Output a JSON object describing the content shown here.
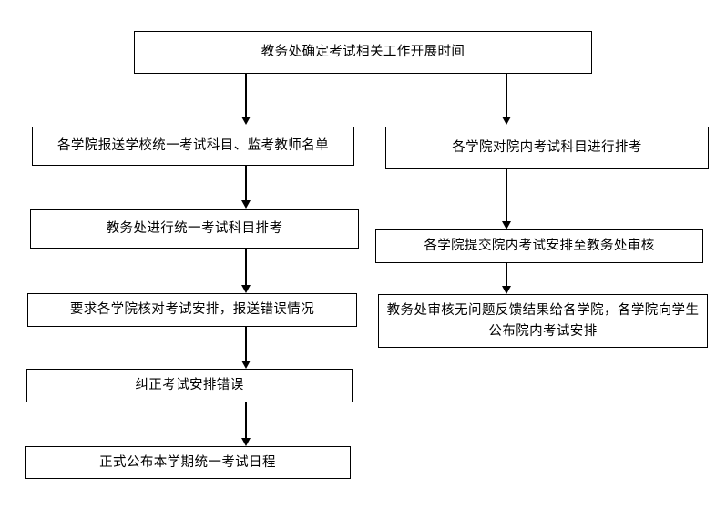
{
  "diagram": {
    "type": "flowchart",
    "title": "",
    "background_color": "#ffffff",
    "line_color": "#000000",
    "text_color": "#000000",
    "nodes": [
      {
        "id": "n1",
        "label": "教务处确定考试相关工作开展时间"
      },
      {
        "id": "n2",
        "label": "各学院报送学校统一考试科目、监考教师名单"
      },
      {
        "id": "n3",
        "label": "教务处进行统一考试科目排考"
      },
      {
        "id": "n4",
        "label": "要求各学院核对考试安排，报送错误情况"
      },
      {
        "id": "n5",
        "label": "纠正考试安排错误"
      },
      {
        "id": "n6",
        "label": "正式公布本学期统一考试日程"
      },
      {
        "id": "r1",
        "label": "各学院对院内考试科目进行排考"
      },
      {
        "id": "r2",
        "label": "各学院提交院内考试安排至教务处审核"
      },
      {
        "id": "r3",
        "label": "教务处审核无问题反馈结果给各学院，各学院向学生公布院内考试安排"
      }
    ],
    "edges": [
      {
        "from": "n1",
        "to": "n2",
        "arrow": "down"
      },
      {
        "from": "n2",
        "to": "n3",
        "arrow": "down"
      },
      {
        "from": "n3",
        "to": "n4",
        "arrow": "down"
      },
      {
        "from": "n4",
        "to": "n5",
        "arrow": "down"
      },
      {
        "from": "n5",
        "to": "n6",
        "arrow": "down"
      },
      {
        "from": "n1",
        "to": "r1",
        "arrow": "down"
      },
      {
        "from": "r1",
        "to": "r2",
        "arrow": "down"
      },
      {
        "from": "r2",
        "to": "r3",
        "arrow": "down"
      }
    ]
  }
}
